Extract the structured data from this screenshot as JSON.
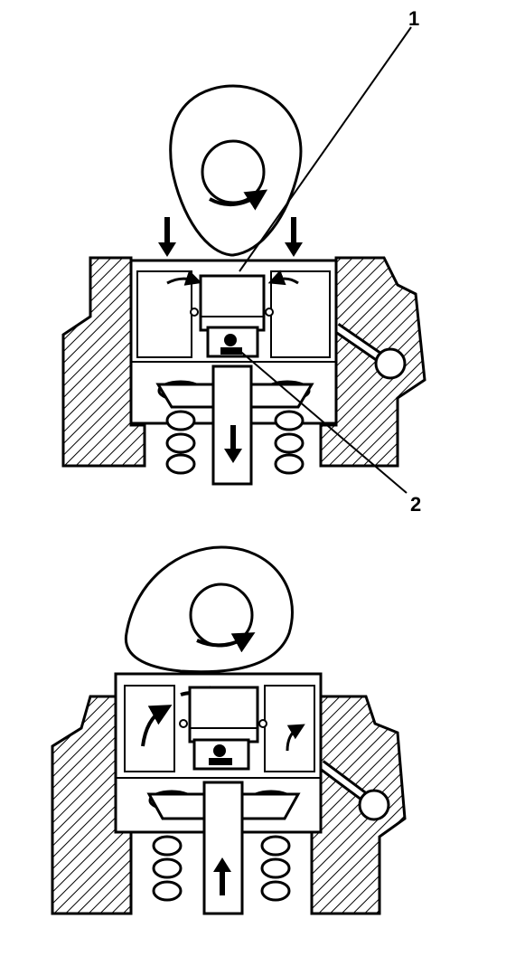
{
  "diagram": {
    "callouts": [
      {
        "id": "1"
      },
      {
        "id": "2"
      }
    ],
    "views": [
      {
        "name": "valve-closing-view",
        "cam_rotation": "clockwise",
        "stem_motion": "down"
      },
      {
        "name": "valve-opening-view",
        "cam_rotation": "clockwise",
        "stem_motion": "up"
      }
    ],
    "colors": {
      "ink": "#000000",
      "paper": "#ffffff"
    }
  }
}
